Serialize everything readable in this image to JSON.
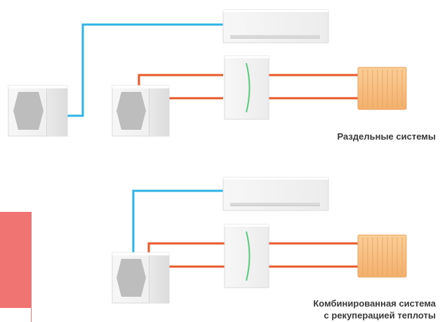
{
  "systems": [
    {
      "caption": "Раздельные системы"
    },
    {
      "caption_line1": "Комбинированная система",
      "caption_line2": "с рекуперацией теплоты"
    }
  ],
  "colors": {
    "refrigerant_line": "#2eb3e6",
    "water_line": "#e8592a",
    "radiator": "#f6b97a",
    "accent_bar": "#f07472",
    "indoor_unit_led": "#59c97d",
    "unit_body": "#f3f3f3",
    "fan_grille": "#bdbdbd"
  },
  "icons": {
    "outdoor_unit": "outdoor-unit-icon",
    "wall_split_unit": "wall-split-unit-icon",
    "hydro_module": "hydro-module-icon",
    "radiator": "radiator-icon"
  }
}
